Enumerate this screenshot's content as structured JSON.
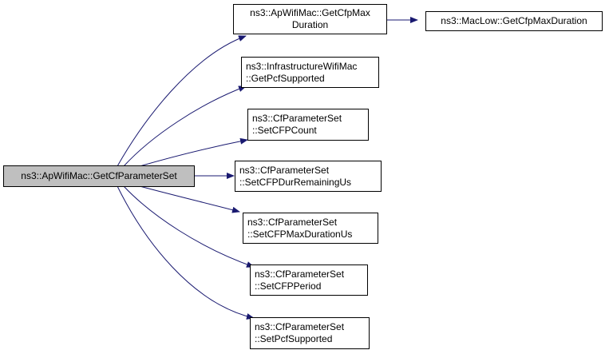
{
  "graph": {
    "root": {
      "label": "ns3::ApWifiMac::GetCfParameterSet"
    },
    "calls": [
      {
        "lines": [
          "ns3::ApWifiMac::GetCfpMax",
          "Duration"
        ]
      },
      {
        "lines": [
          "ns3::InfrastructureWifiMac",
          "::GetPcfSupported"
        ]
      },
      {
        "lines": [
          "ns3::CfParameterSet",
          "::SetCFPCount"
        ]
      },
      {
        "lines": [
          "ns3::CfParameterSet",
          "::SetCFPDurRemainingUs"
        ]
      },
      {
        "lines": [
          "ns3::CfParameterSet",
          "::SetCFPMaxDurationUs"
        ]
      },
      {
        "lines": [
          "ns3::CfParameterSet",
          "::SetCFPPeriod"
        ]
      },
      {
        "lines": [
          "ns3::CfParameterSet",
          "::SetPcfSupported"
        ]
      }
    ],
    "subcall": {
      "label": "ns3::MacLow::GetCfpMaxDuration"
    }
  },
  "colors": {
    "edge": "#191970",
    "root_fill": "#bfbfbf",
    "node_border": "#000000"
  }
}
